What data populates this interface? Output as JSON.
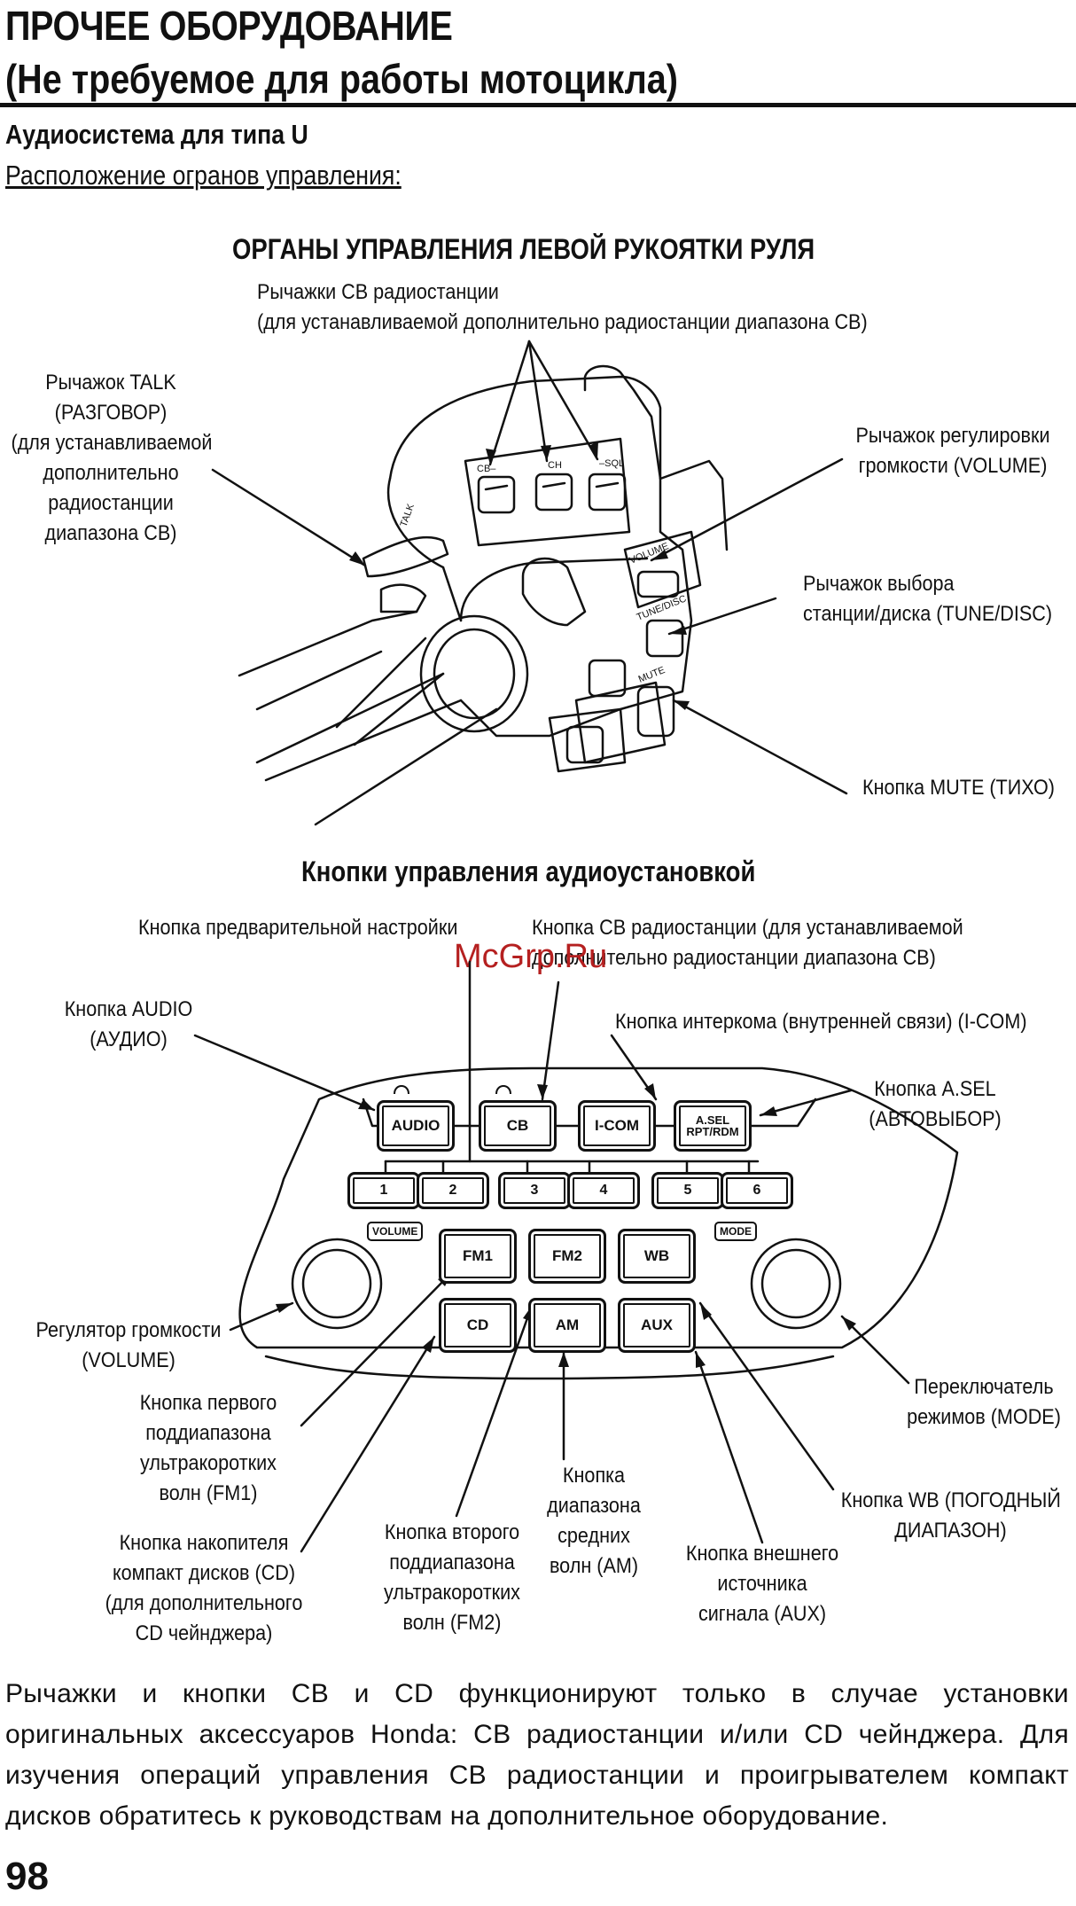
{
  "header": {
    "title": "ПРОЧЕЕ ОБОРУДОВАНИЕ",
    "subtitle": "(Не требуемое для работы мотоцикла)"
  },
  "section": {
    "heading": "Аудиосистема для типа U",
    "subheading": "Расположение огранов управления:"
  },
  "handlebar": {
    "title": "ОРГАНЫ УПРАВЛЕНИЯ ЛЕВОЙ РУКОЯТКИ РУЛЯ",
    "cb_levers": [
      "Рычажки CB радиостанции",
      "(для устанавливаемой дополнительно радиостанции диапазона CB)"
    ],
    "talk_lever": [
      "Рычажок TALK",
      "(РАЗГОВОР)",
      "(для устанавливаемой",
      "дополнительно",
      "радиостанции",
      "диапазона CB)"
    ],
    "volume_lever": [
      "Рычажок регулировки",
      "громкости (VOLUME)"
    ],
    "tune_lever": [
      "Рычажок выбора",
      "станции/диска (TUNE/DISC)"
    ],
    "mute_button": [
      "Кнопка MUTE (ТИХО)"
    ],
    "device_labels": {
      "cb_minus": "CB–",
      "ch": "CH",
      "sql": "–SQL",
      "talk": "TALK",
      "volume": "VOLUME",
      "tune": "TUNE/DISC",
      "mute": "MUTE"
    }
  },
  "panel": {
    "title": "Кнопки управления аудиоустановкой",
    "watermark": "McGrp.Ru",
    "buttons": {
      "audio": "AUDIO",
      "cb": "CB",
      "icom": "I-COM",
      "asel1": "A.SEL",
      "asel2": "RPT/RDM",
      "p1": "1",
      "p2": "2",
      "p3": "3",
      "p4": "4",
      "p5": "5",
      "p6": "6",
      "volume": "VOLUME",
      "mode": "MODE",
      "fm1": "FM1",
      "fm2": "FM2",
      "wb": "WB",
      "cd": "CD",
      "am": "AM",
      "aux": "AUX"
    },
    "callouts": {
      "preset": [
        "Кнопка предварительной настройки"
      ],
      "cb": [
        "Кнопка CB радиостанции (для устанавливаемой",
        "дополнительно радиостанции диапазона CB)"
      ],
      "audio": [
        "Кнопка AUDIO",
        "(АУДИО)"
      ],
      "icom": [
        "Кнопка интеркома (внутренней связи) (I-COM)"
      ],
      "asel": [
        "Кнопка A.SEL",
        "(АВТОВЫБОР)"
      ],
      "volume": [
        "Регулятор громкости",
        "(VOLUME)"
      ],
      "mode": [
        "Переключатель",
        "режимов (MODE)"
      ],
      "fm1": [
        "Кнопка первого",
        "поддиапазона",
        "ультракоротких",
        "волн (FM1)"
      ],
      "am": [
        "Кнопка",
        "диапазона",
        "средних",
        "волн (AM)"
      ],
      "wb": [
        "Кнопка WB (ПОГОДНЫЙ",
        "ДИАПАЗОН)"
      ],
      "cd": [
        "Кнопка накопителя",
        "компакт дисков (CD)",
        "(для дополнительного",
        "CD чейнджера)"
      ],
      "fm2": [
        "Кнопка второго",
        "поддиапазона",
        "ультракоротких",
        "волн (FM2)"
      ],
      "aux": [
        "Кнопка внешнего",
        "источника",
        "сигнала (AUX)"
      ]
    }
  },
  "note": "Рычажки и кнопки CB и CD функционируют только в случае установки оригинальных аксессуаров Honda: CB радиостанции и/или CD чейнджера. Для изучения операций управления CB радиостанции и проигрывателем компакт дисков обратитесь к руководствам на дополнительное оборудование.",
  "page_number": "98"
}
